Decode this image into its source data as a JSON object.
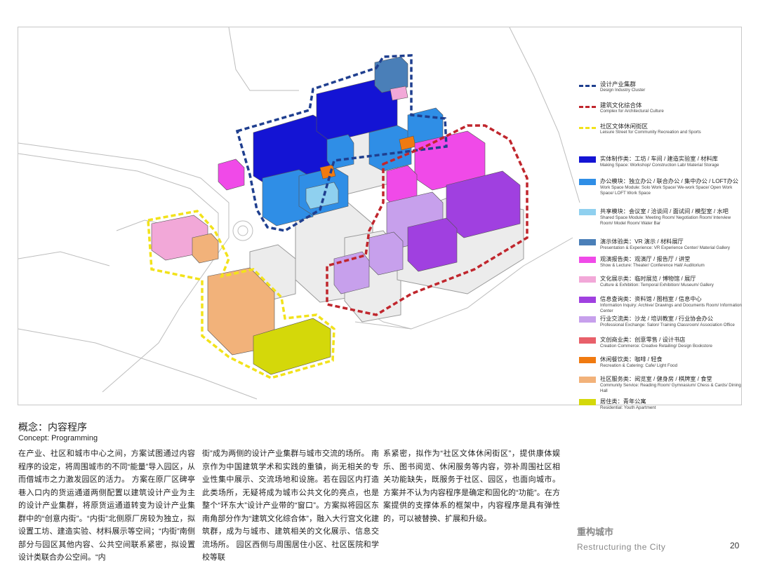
{
  "legend": {
    "zones": [
      {
        "zh": "设计产业集群",
        "en": "Design Industry Cluster",
        "color": "#1f3f8f"
      },
      {
        "zh": "建筑文化综合体",
        "en": "Complex for Architectural Culture",
        "color": "#c0262d"
      },
      {
        "zh": "社区文体休闲街区",
        "en": "Leisure Street for Community Recreation and Sports",
        "color": "#f2e21a"
      }
    ],
    "categories": [
      {
        "zh": "实体制作类：工坊 / 车间 / 建造实验室 / 材料库",
        "en": "Making Space: Workshop/ Construction Lab/ Material Storage",
        "color": "#1414d4"
      },
      {
        "zh": "办公模块：独立办公 / 联合办公 / 集中办公 / LOFT办公",
        "en": "Work Space Module: Solo Work Space/ We-work Space/ Open Work Space/ LOFT Work Space",
        "color": "#2f8ee6"
      },
      {
        "zh": "共享模块：会议室 / 洽谈间 / 面试间 / 模型室 / 水吧",
        "en": "Shared Space Module: Meeting Room/ Negotiation Room/ Interview Room/ Model Room/ Water Bar",
        "color": "#8fd0ef"
      },
      {
        "zh": "演示体验类：VR 演示 / 材料展厅",
        "en": "Presentation & Experience: VR Experience Center/ Material Gallery",
        "color": "#4a7fb8"
      },
      {
        "zh": "观演报告类：观演厅 / 报告厅 / 讲堂",
        "en": "Show & Lecture: Theater/ Conference Hall/ Auditorium",
        "color": "#f04ae8"
      },
      {
        "zh": "文化展示类：临时展览 / 博物馆 / 展厅",
        "en": "Culture & Exhibition: Temporal Exhibition/ Museum/ Gallery",
        "color": "#f2a8d8"
      },
      {
        "zh": "信息查询类：资料馆 / 图档室 / 信息中心",
        "en": "Information Inquiry: Archive/ Drawings and Documents Room/ Information Center",
        "color": "#a040e0"
      },
      {
        "zh": "行业交流类：沙龙 / 培训教室 / 行业协会办公",
        "en": "Professional Exchange: Salon/ Training Classroom/ Association Office",
        "color": "#c7a0ec"
      },
      {
        "zh": "文创商业类：创意零售 / 设计书店",
        "en": "Creation Commerce: Creative Retailing/ Design Bookstore",
        "color": "#e8606a"
      },
      {
        "zh": "休闲餐饮类：咖啡 / 轻食",
        "en": "Recreation & Catering: Cafe/ Light Food",
        "color": "#f07a10"
      },
      {
        "zh": "社区服务类：阅览室 / 健身房 / 棋牌室 / 食堂",
        "en": "Community Service: Reading Room/ Gymnasium/ Chess & Cards/ Dining Hall",
        "color": "#f2b27a"
      },
      {
        "zh": "居住类：青年公寓",
        "en": "Residential: Youth Apartment",
        "color": "#d4d80a"
      }
    ]
  },
  "section": {
    "title_zh": "概念：内容程序",
    "title_en": "Concept: Programming"
  },
  "body": {
    "col1": "在产业、社区和城市中心之间，方案试图通过内容程序的设定，将周围城市的不同“能量”导入园区，从而借城市之力激发园区的活力。 方案在原厂区碑亭巷入口内的货运通道两侧配置以建筑设计产业为主的设计产业集群，将原货运通道转变为设计产业集群中的“创意内街”。“内街”北侧原厂房较为独立，拟设置工坊、建造实验、材料展示等空间；“内街”南侧部分与园区其他内容、公共空间联系紧密，拟设置设计类联合办公空间。“内",
    "col2": "街”成为两侧的设计产业集群与城市交流的场所。 南京作为中国建筑学术和实践的重镇，尚无相关的专业性集中展示、交流场地和设施。若在园区内打造此类场所，无疑将成为城市公共文化的亮点，也是整个“环东大”设计产业带的“窗口”。方案拟将园区东南角部分作为“建筑文化综合体”，融入大行宫文化建筑群，成为与城市、建筑相关的文化展示、信息交流场所。 园区西侧与周围居住小区、社区医院和学校等联",
    "col3": "系紧密，拟作为“社区文体休闲街区”，提供康体娱乐、图书阅览、休闲服务等内容，弥补周围社区相关功能缺失，既服务于社区、园区，也面向城市。 方案并不认为内容程序是确定和固化的“功能”。在方案提供的支撑体系的框架中，内容程序是具有弹性的，可以被替换、扩展和升级。"
  },
  "brand": {
    "zh": "重构城市",
    "en": "Restructuring the City"
  },
  "page_number": "20"
}
